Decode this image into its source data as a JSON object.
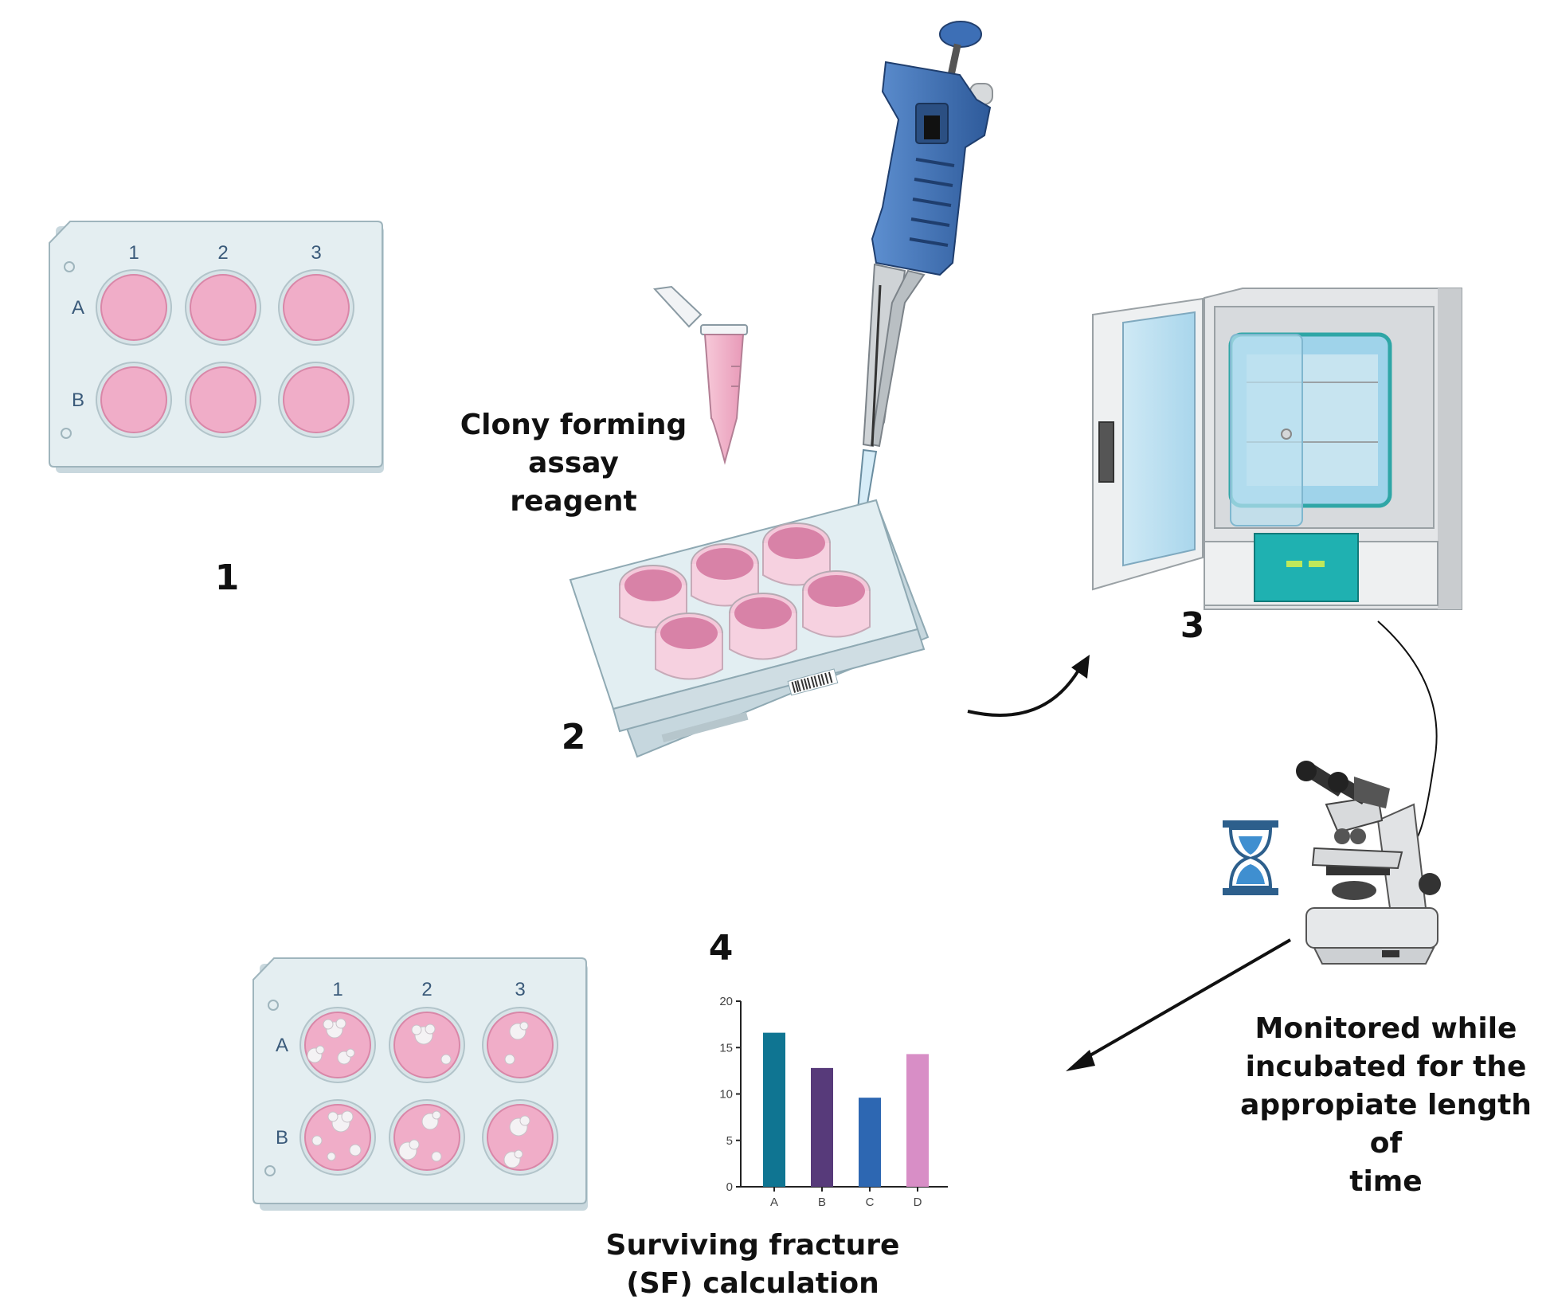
{
  "steps": {
    "step1": "1",
    "step2": "2",
    "step3": "3",
    "step4": "4"
  },
  "captions": {
    "reagent_line1": "Clony forming assay",
    "reagent_line2": "reagent",
    "monitor_line1": "Monitored while",
    "monitor_line2": "incubated for the",
    "monitor_line3": "appropiate length of",
    "monitor_line4": "time",
    "sf_line1": "Surviving fracture",
    "sf_line2": "(SF) calculation"
  },
  "plate1": {
    "columns": [
      "1",
      "2",
      "3"
    ],
    "rows": [
      "A",
      "B"
    ]
  },
  "plate4": {
    "columns": [
      "1",
      "2",
      "3"
    ],
    "rows": [
      "A",
      "B"
    ]
  },
  "icons": [
    "well-plate-icon",
    "tube-icon",
    "pipette-icon",
    "incubator-icon",
    "hourglass-icon",
    "microscope-icon",
    "arrow-icon"
  ],
  "colors": {
    "well_pink": "#f1b4cc",
    "plate_body": "#e3ecef",
    "pipette_blue": "#3d6fb6",
    "incubator_teal": "#1fb1b1",
    "hourglass_blue": "#3f8fd0"
  },
  "chart_data": {
    "type": "bar",
    "categories": [
      "A",
      "B",
      "C",
      "D"
    ],
    "values": [
      16.6,
      12.8,
      9.6,
      14.3
    ],
    "colors": [
      "#0f7592",
      "#573a7a",
      "#2d67b2",
      "#d88ec6"
    ],
    "yticks": [
      "0",
      "5",
      "10",
      "15",
      "20"
    ],
    "ylim": [
      0,
      20
    ],
    "title": "",
    "xlabel": "",
    "ylabel": ""
  }
}
